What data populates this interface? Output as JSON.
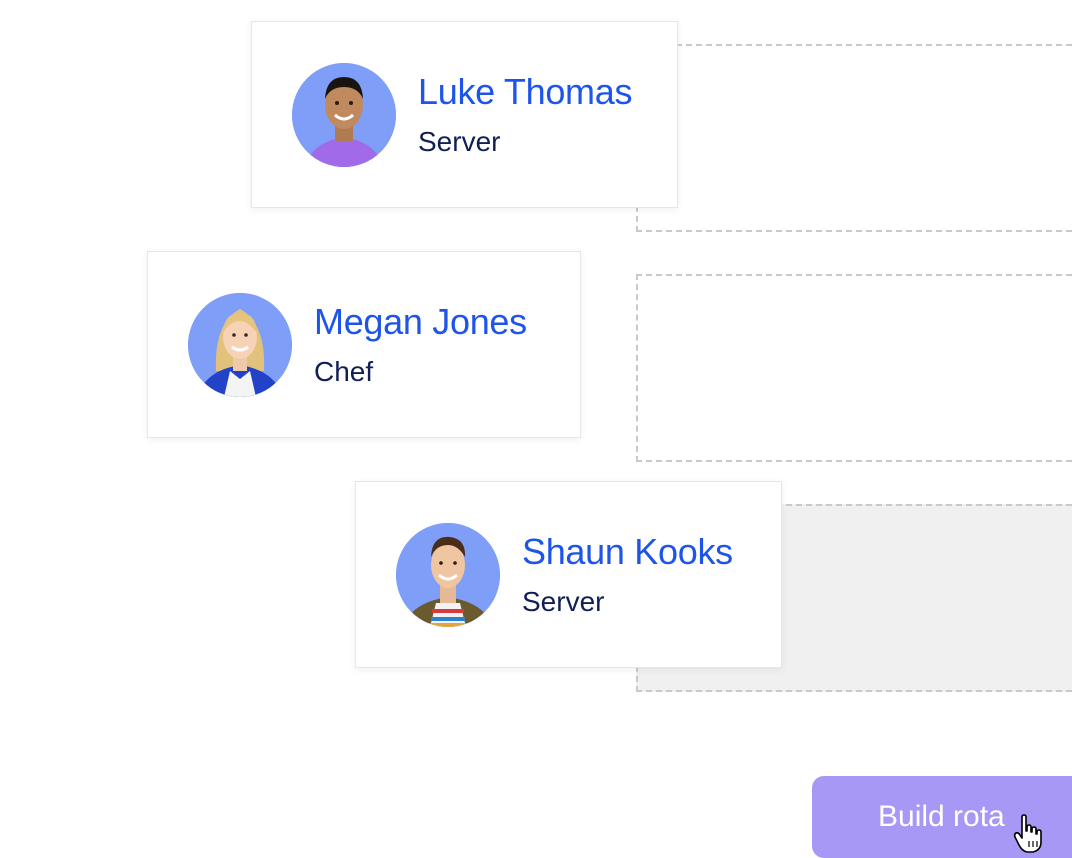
{
  "employees": [
    {
      "name": "Luke Thomas",
      "role": "Server",
      "avatar_icon": "avatar-luke-thomas-icon"
    },
    {
      "name": "Megan Jones",
      "role": "Chef",
      "avatar_icon": "avatar-megan-jones-icon"
    },
    {
      "name": "Shaun Kooks",
      "role": "Server",
      "avatar_icon": "avatar-shaun-kooks-icon"
    }
  ],
  "build_button": {
    "label": "Build rota"
  },
  "colors": {
    "name_blue": "#1d55ea",
    "role_navy": "#102056",
    "avatar_bg": "#7f9ef8",
    "button_purple": "#a898f6",
    "slot_dash": "#c9c9c9",
    "slot_filled_bg": "#f0f0f0"
  },
  "cursor_icon": "hand-pointer-icon"
}
